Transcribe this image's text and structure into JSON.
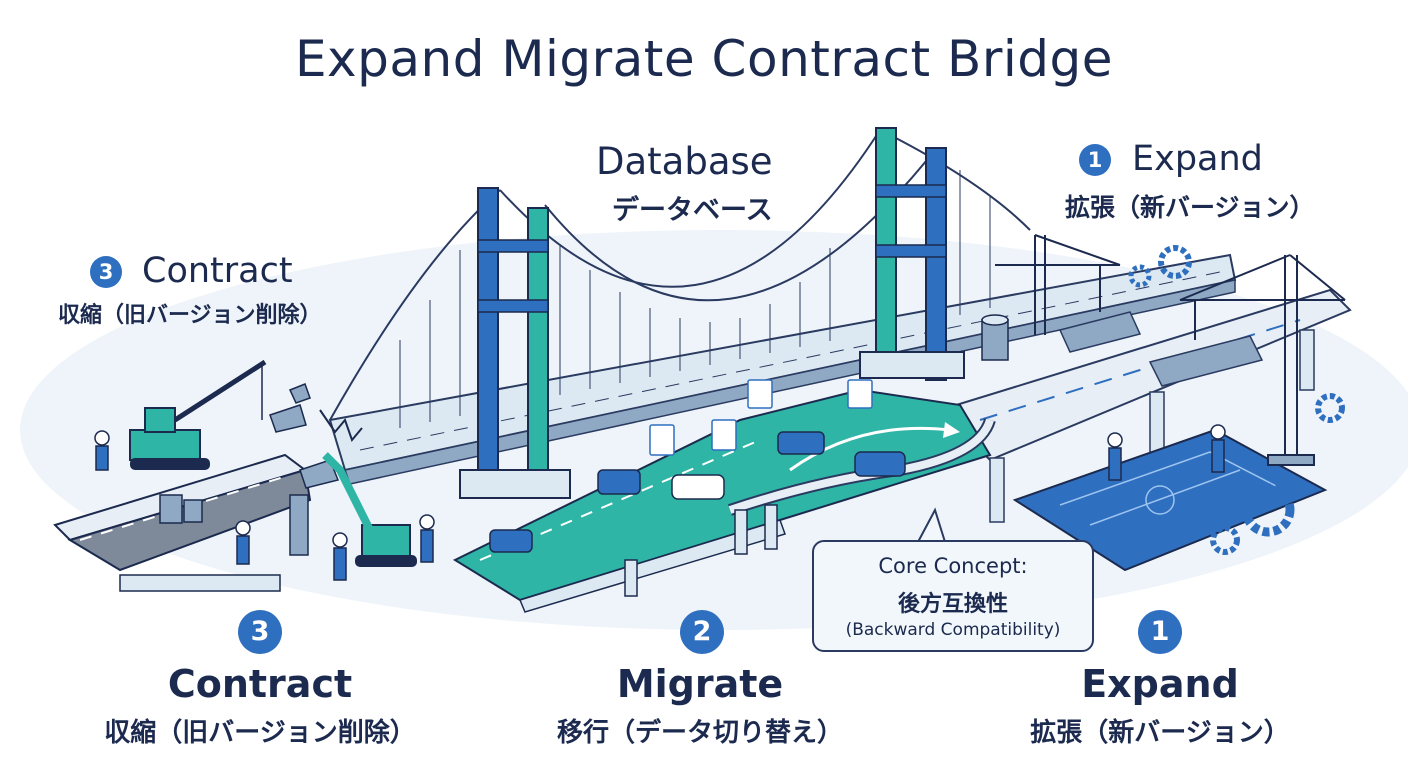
{
  "title": "Expand Migrate Contract Bridge",
  "database": {
    "en": "Database",
    "jp": "データベース"
  },
  "phases_top": {
    "expand": {
      "number": "1",
      "en": "Expand",
      "jp": "拡張（新バージョン）"
    },
    "contract": {
      "number": "3",
      "en": "Contract",
      "jp": "収縮（旧バージョン削除）"
    }
  },
  "phases_bottom": {
    "contract": {
      "number": "3",
      "en": "Contract",
      "jp": "収縮（旧バージョン削除）"
    },
    "migrate": {
      "number": "2",
      "en": "Migrate",
      "jp": "移行（データ切り替え）"
    },
    "expand": {
      "number": "1",
      "en": "Expand",
      "jp": "拡張（新バージョン）"
    }
  },
  "core_concept": {
    "heading": "Core Concept:",
    "jp": "後方互換性",
    "en": "(Backward Compatibility)"
  },
  "colors": {
    "navy": "#1b2a4e",
    "blue": "#2f6fc0",
    "teal": "#2fb5a6",
    "gray_road": "#7e8a99",
    "light_deck": "#dde9f2"
  },
  "icons": [
    "crane-icon",
    "excavator-icon",
    "worker-icon",
    "gear-icon",
    "car-icon",
    "document-icon",
    "blueprint-icon",
    "database-icon"
  ]
}
